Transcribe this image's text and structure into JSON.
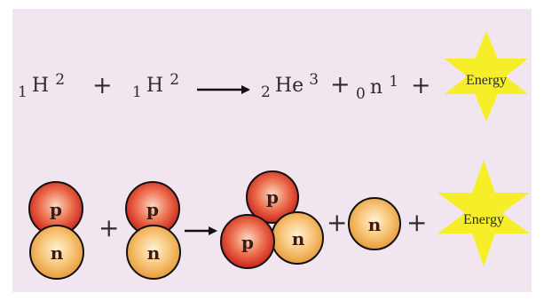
{
  "equation": {
    "term1": {
      "sub": "1",
      "symbol": "H",
      "sup": "2"
    },
    "plus1": "+",
    "term2": {
      "sub": "1",
      "symbol": "H",
      "sup": "2"
    },
    "product1": {
      "sub": "2",
      "symbol": "He",
      "sup": "3"
    },
    "plus2": "+",
    "product2": {
      "sub": "0",
      "symbol": "n",
      "sup": "1"
    },
    "plus3": "+",
    "energy": "Energy"
  },
  "particles": {
    "proton": "p",
    "neutron": "n",
    "plus": "+",
    "energy": "Energy"
  },
  "colors": {
    "background": "#f1e6ef",
    "proton": "#e0483a",
    "neutron": "#f6b45a",
    "star": "#f7ee2a",
    "text": "#2c2c2c"
  }
}
